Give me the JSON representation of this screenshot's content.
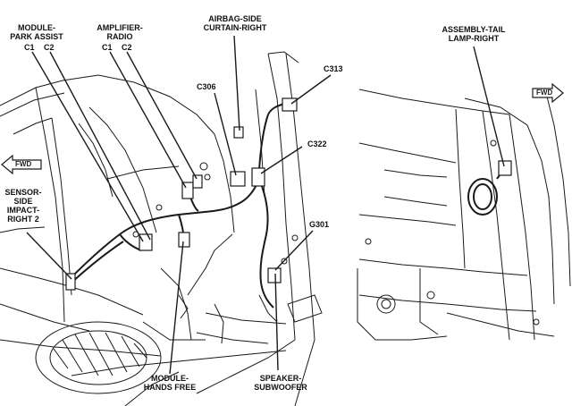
{
  "labels": {
    "module_park_assist": "MODULE-PARK ASSIST",
    "module_park_c1": "C1",
    "module_park_c2": "C2",
    "amplifier_radio": "AMPLIFIER-RADIO",
    "amplifier_c1": "C1",
    "amplifier_c2": "C2",
    "airbag_side_curtain": "AIRBAG-SIDE CURTAIN-RIGHT",
    "c313": "C313",
    "c306": "C306",
    "c322": "C322",
    "g301": "G301",
    "sensor_side_impact": "SENSOR-SIDE IMPACT-RIGHT 2",
    "module_hands_free": "MODULE-HANDS FREE",
    "speaker_subwoofer": "SPEAKER-SUBWOOFER",
    "assembly_tail_lamp": "ASSEMBLY-TAIL LAMP-RIGHT",
    "fwd_left": "FWD",
    "fwd_right": "FWD"
  },
  "colors": {
    "line": "#1a1a1a",
    "background": "#ffffff"
  }
}
